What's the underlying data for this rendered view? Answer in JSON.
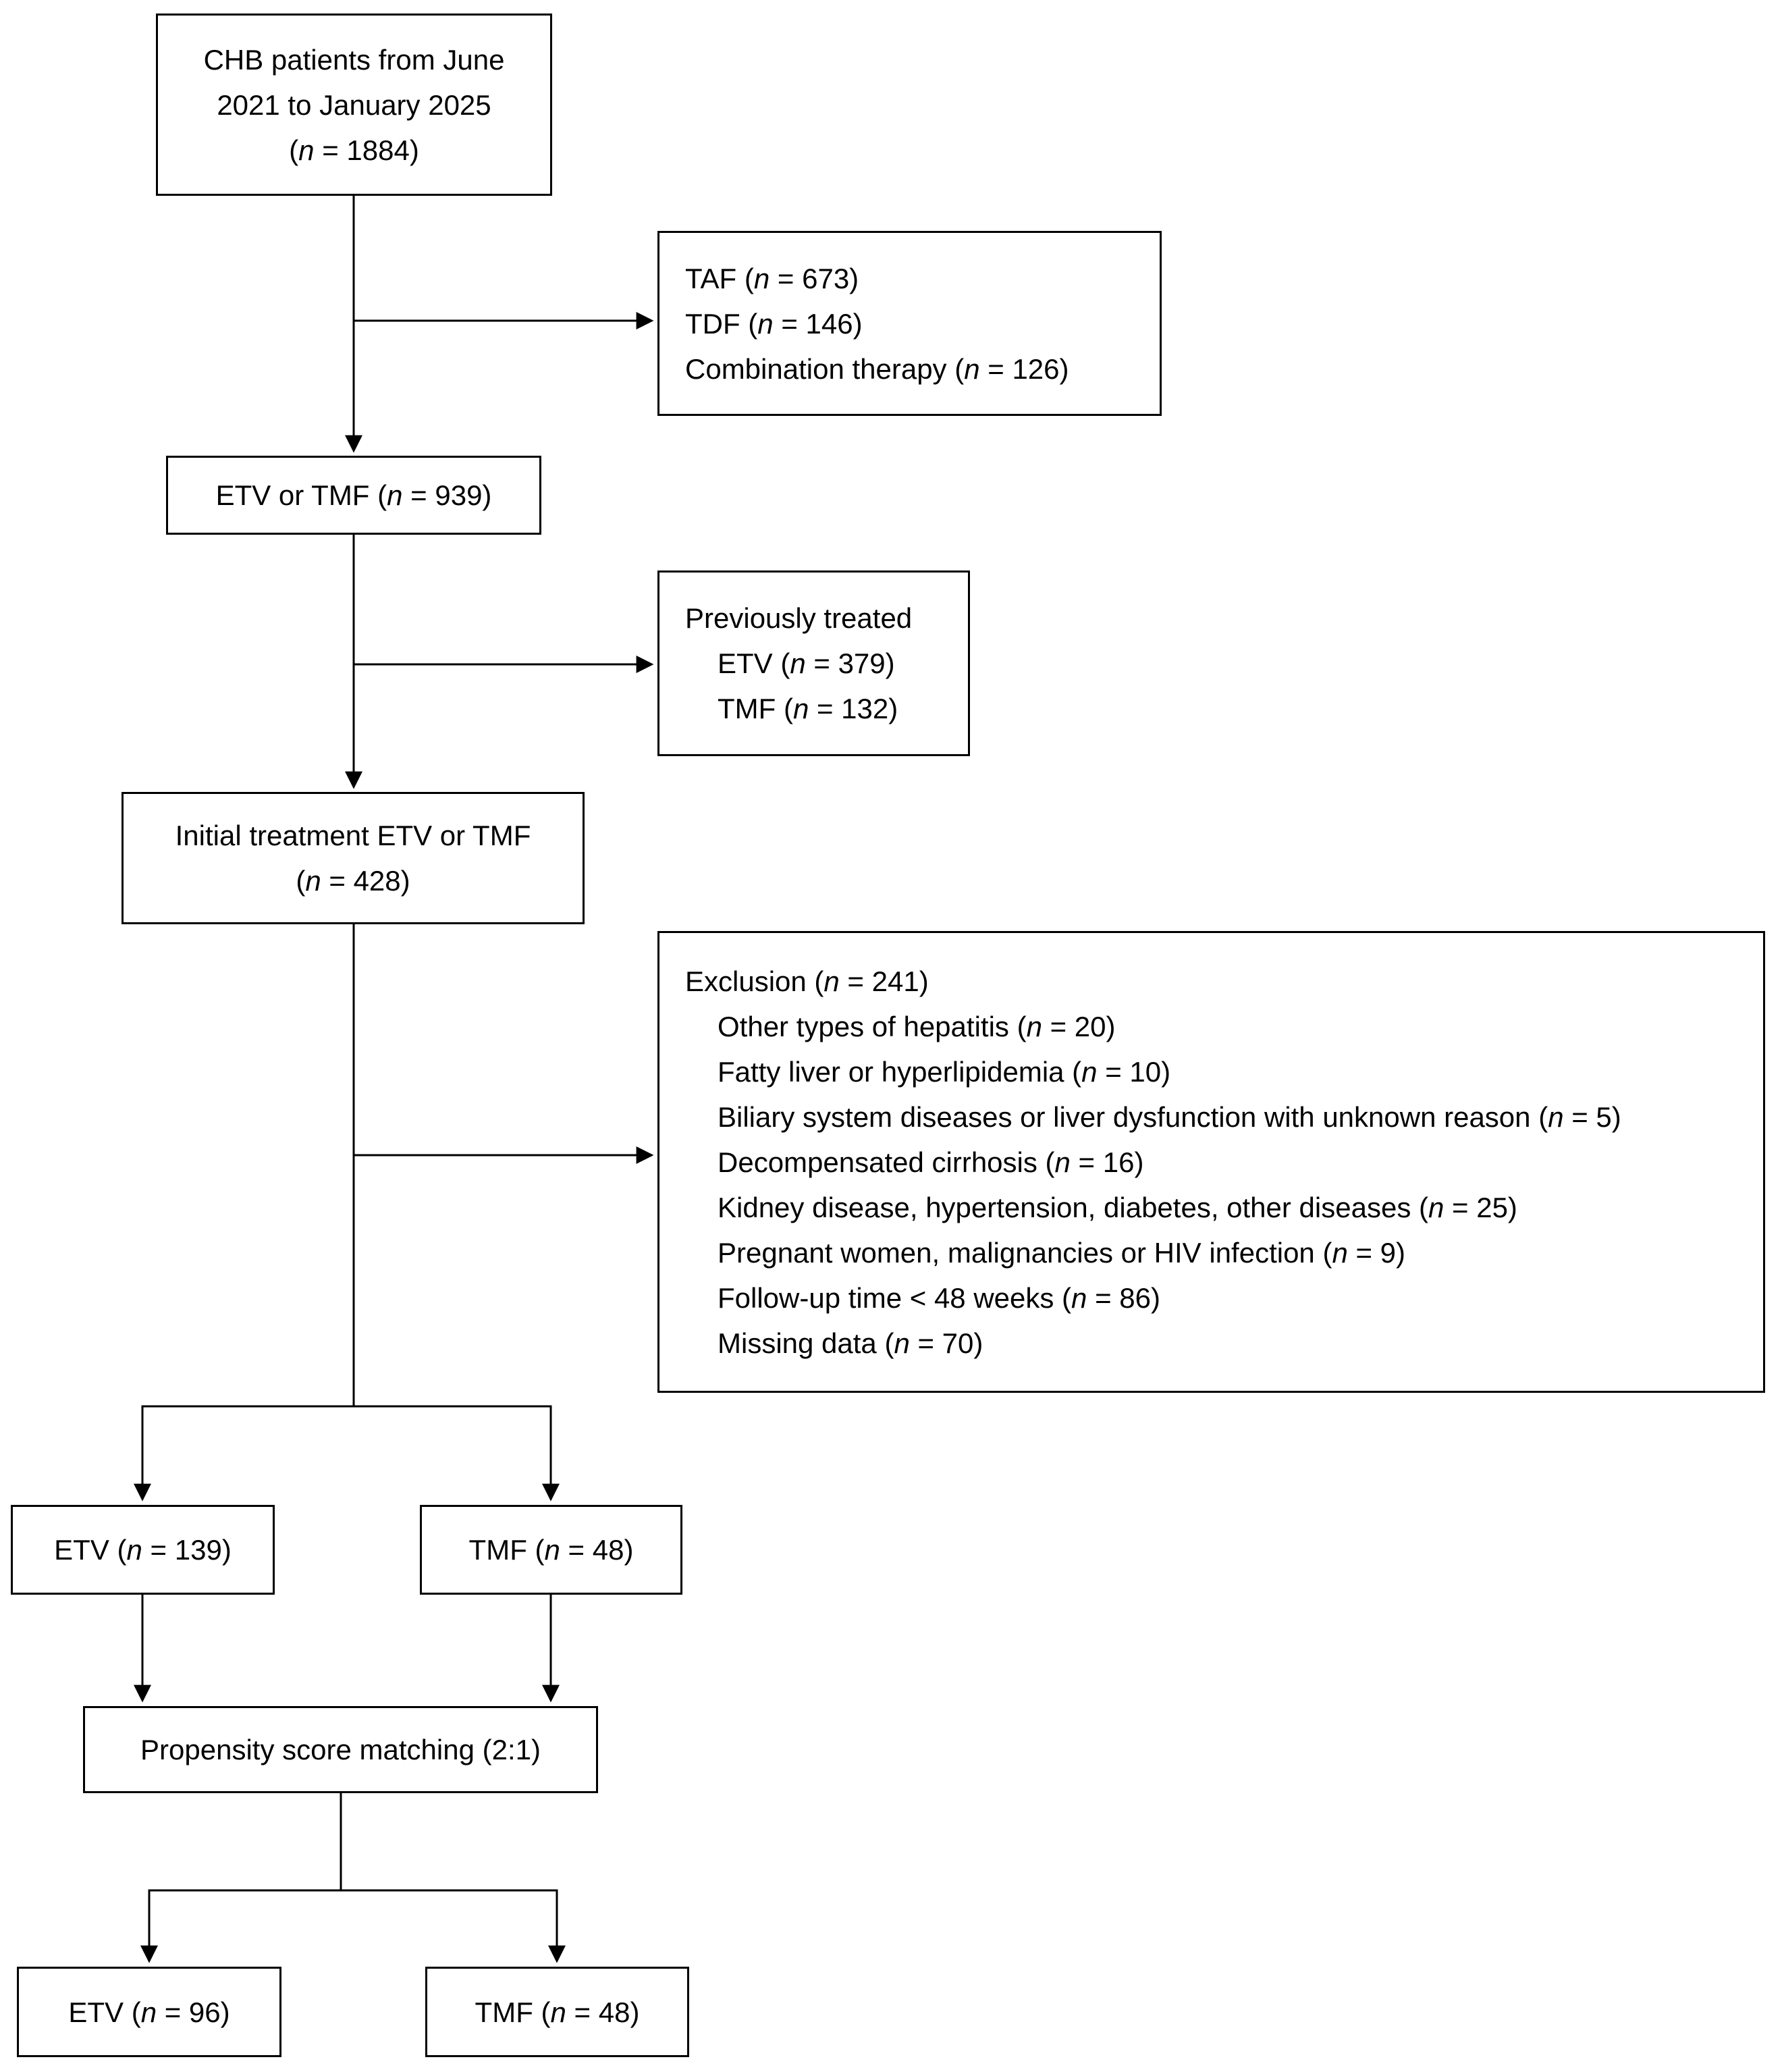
{
  "styles": {
    "background": "#ffffff",
    "line_color": "#000000",
    "border_color": "#000000",
    "text_color": "#000000"
  },
  "boxes": {
    "chb_patients": {
      "lines": [
        "CHB patients from June",
        "2021 to January 2025",
        "(n = 1884)"
      ]
    },
    "other_therapy": {
      "lines": [
        "TAF (n = 673)",
        "TDF (n = 146)",
        "Combination therapy (n = 126)"
      ]
    },
    "etv_tmf_939": {
      "lines": [
        "ETV or TMF (n = 939)"
      ]
    },
    "previously_treated": {
      "lines": [
        "Previously treated",
        "ETV (n = 379)",
        "TMF (n = 132)"
      ]
    },
    "initial_treatment": {
      "lines": [
        "Initial treatment ETV or TMF",
        "(n = 428)"
      ]
    },
    "exclusion": {
      "lines": [
        "Exclusion (n = 241)",
        "Other types of hepatitis (n = 20)",
        "Fatty liver or hyperlipidemia (n = 10)",
        "Biliary system diseases or liver dysfunction with unknown reason (n = 5)",
        "Decompensated cirrhosis (n = 16)",
        "Kidney disease, hypertension, diabetes, other diseases (n = 25)",
        "Pregnant women, malignancies or HIV infection (n = 9)",
        "Follow-up time < 48 weeks (n = 86)",
        "Missing data (n = 70)"
      ]
    },
    "etv_139": {
      "lines": [
        "ETV (n = 139)"
      ]
    },
    "tmf_48_pre": {
      "lines": [
        "TMF (n = 48)"
      ]
    },
    "psm": {
      "lines": [
        "Propensity score matching (2:1)"
      ]
    },
    "etv_96": {
      "lines": [
        "ETV (n = 96)"
      ]
    },
    "tmf_48_post": {
      "lines": [
        "TMF (n = 48)"
      ]
    }
  }
}
